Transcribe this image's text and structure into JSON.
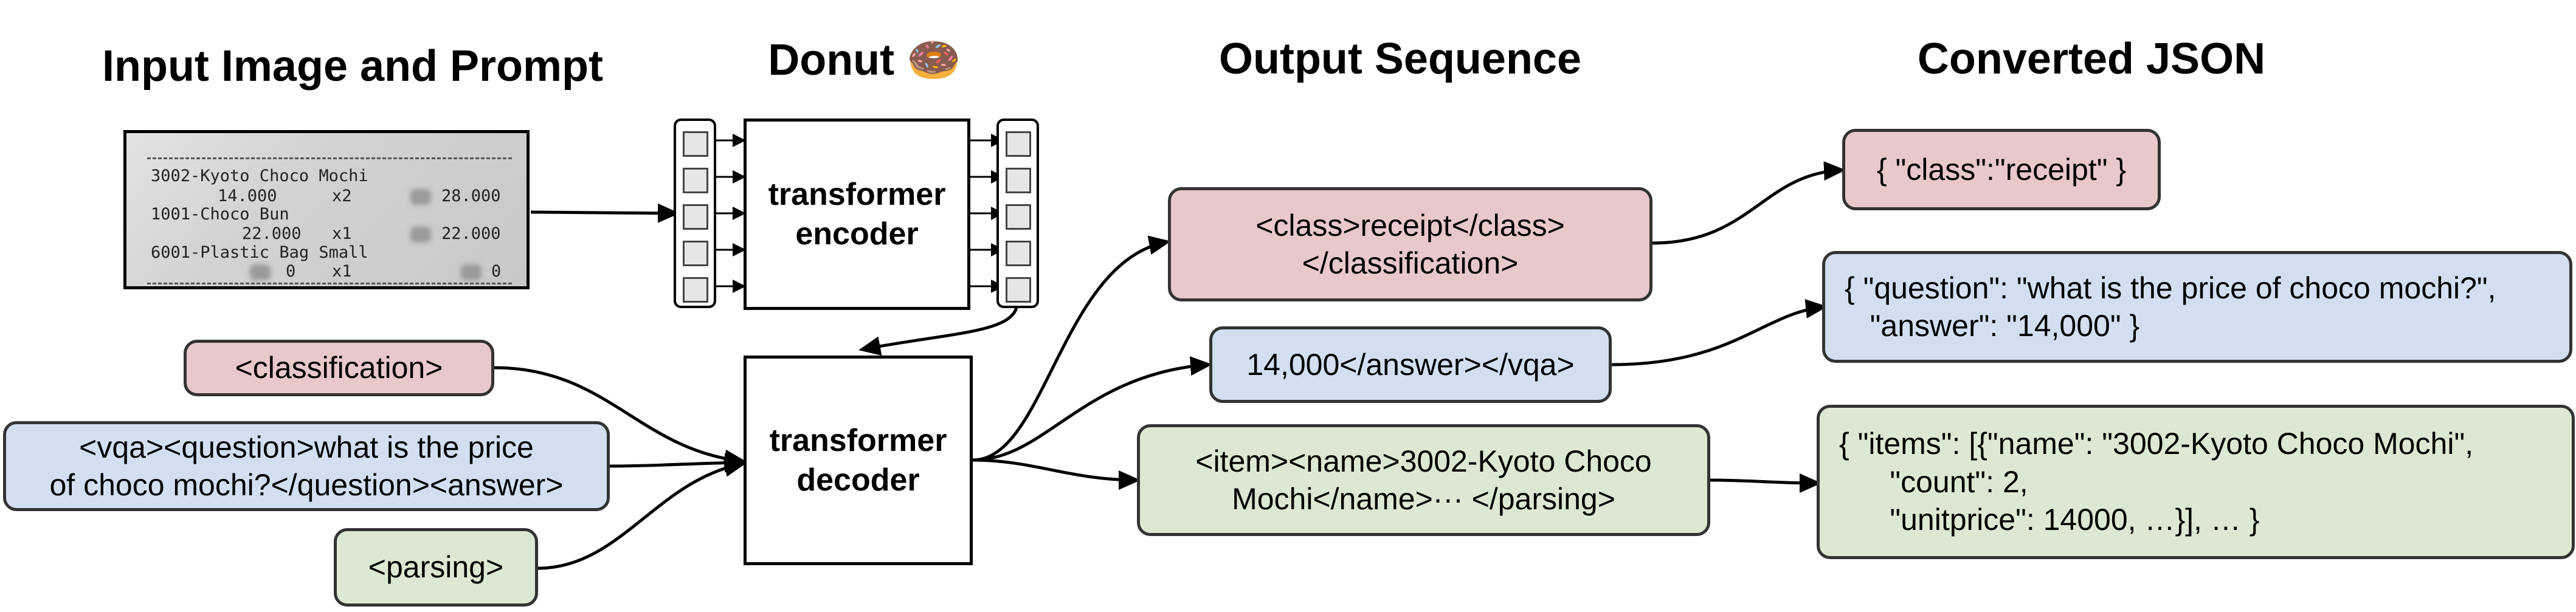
{
  "headings": {
    "input": "Input Image and Prompt",
    "donut": "Donut 🍩",
    "output": "Output Sequence",
    "converted": "Converted JSON"
  },
  "receipt": {
    "line1": "3002-Kyoto Choco Mochi",
    "line2_price": "14.000",
    "line2_qty": "x2",
    "line2_total": "28.000",
    "line3": "1001-Choco Bun",
    "line4_price": "22.000",
    "line4_qty": "x1",
    "line4_total": "22.000",
    "line5": "6001-Plastic Bag Small",
    "line6_price": "0",
    "line6_qty": "x1",
    "line6_total": "0"
  },
  "model": {
    "encoder": "transformer\nencoder",
    "decoder": "transformer\ndecoder"
  },
  "prompts": {
    "classification": "<classification>",
    "vqa": "<vqa><question>what is the price\nof choco mochi?</question><answer>",
    "parsing": "<parsing>"
  },
  "outputs": {
    "classification": "<class>receipt</class>\n</classification>",
    "vqa": "14,000</answer></vqa>",
    "parsing": "<item><name>3002-Kyoto Choco\nMochi</name>··· </parsing>"
  },
  "json": {
    "classification": "{ \"class\":\"receipt\" }",
    "vqa": "{ \"question\": \"what is the price of choco mochi?\",\n   \"answer\": \"14,000\" }",
    "parsing": "{ \"items\": [{\"name\": \"3002-Kyoto Choco Mochi\",\n      \"count\": 2,\n      \"unitprice\": 14000, …}], … }"
  }
}
